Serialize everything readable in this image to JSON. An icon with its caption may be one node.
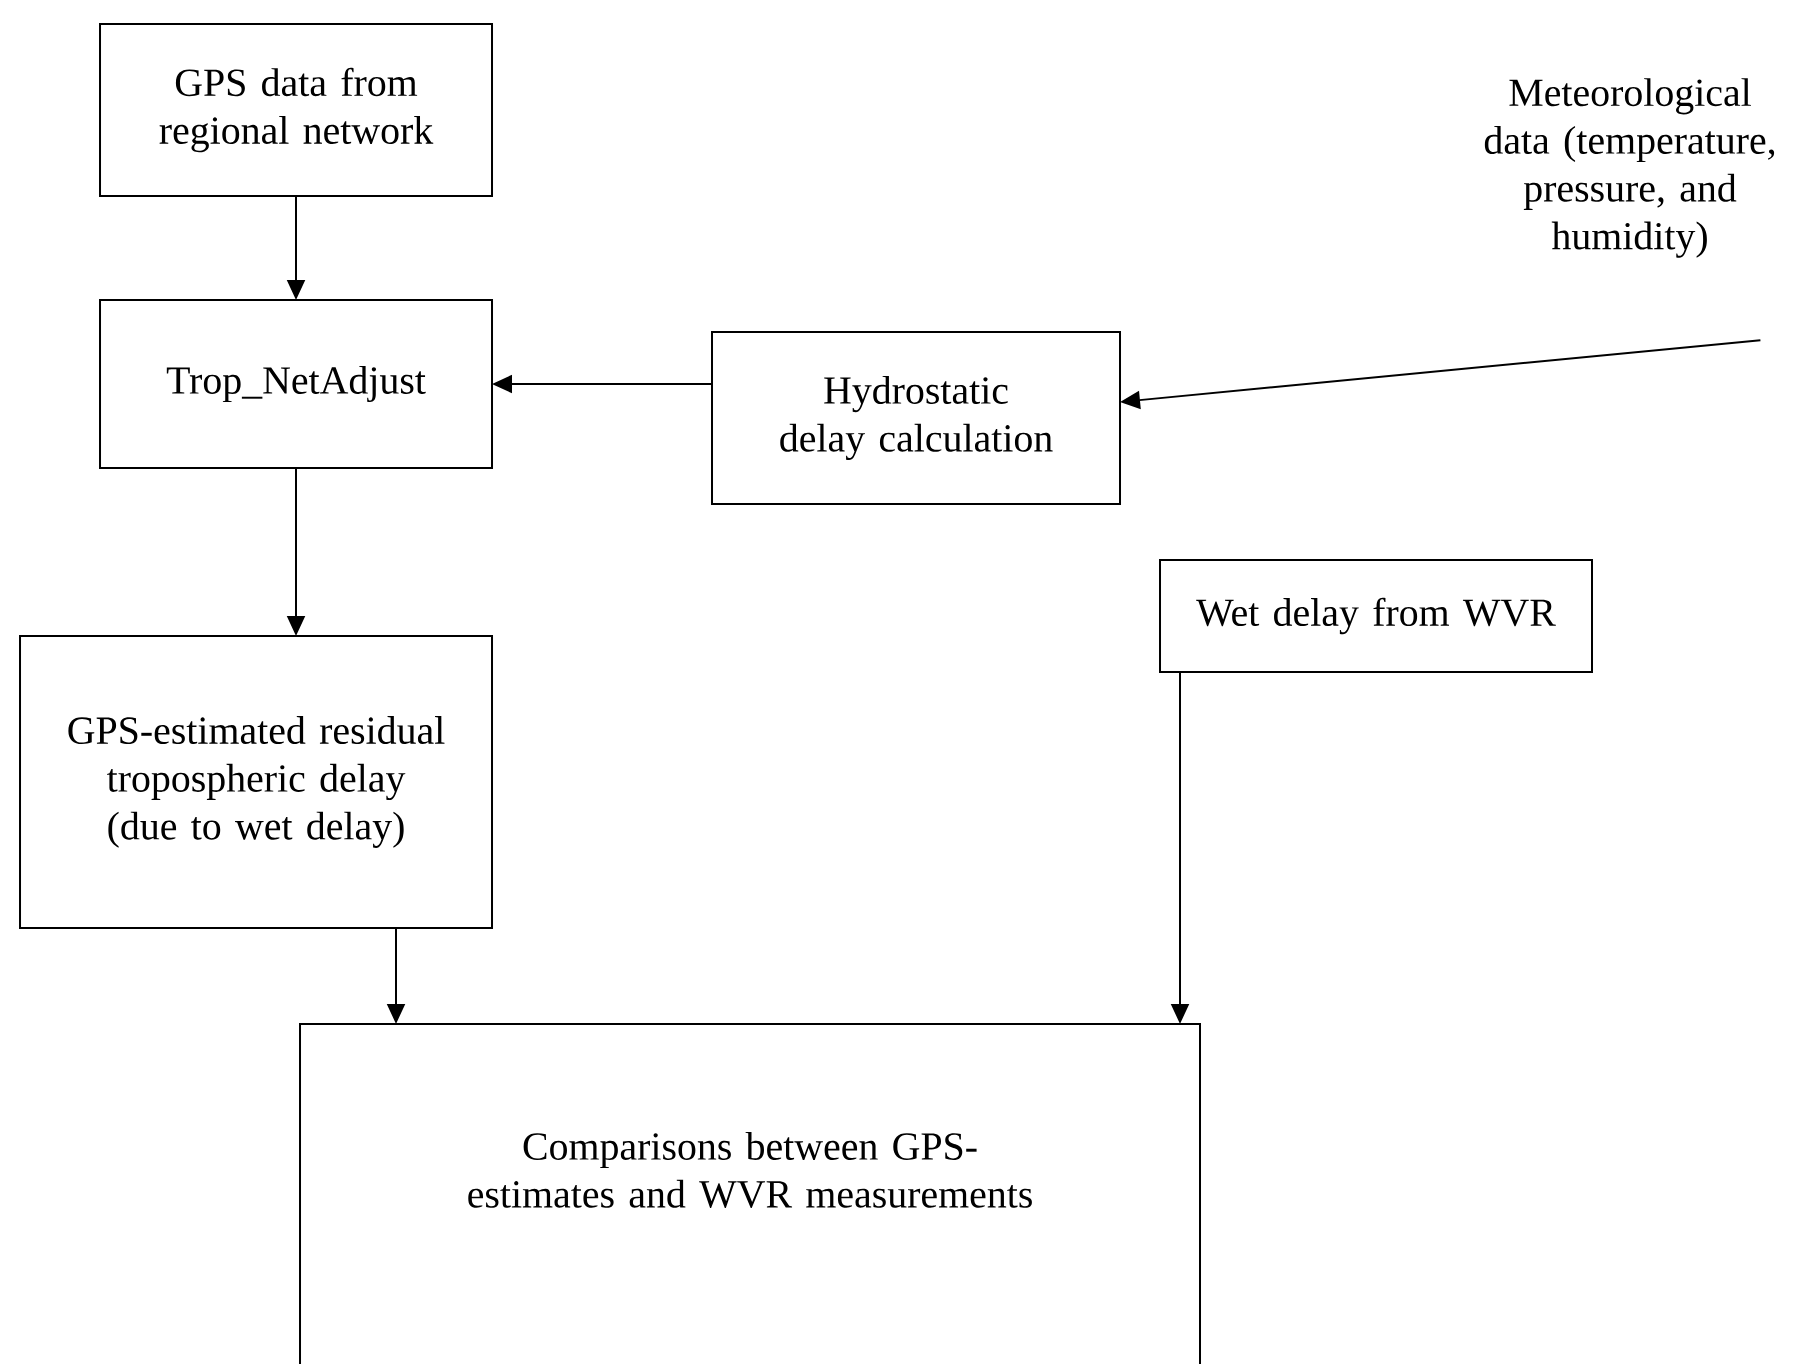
{
  "diagram": {
    "nodes": [
      {
        "text": [
          "GPS data from regional network"
        ]
      },
      {
        "text": [
          "Trop_NetAdjust"
        ]
      },
      {
        "text": [
          "Hydrostatic delay calculation"
        ]
      },
      {
        "text": [
          "Meteorological data (temperature, pressure, and humidity)"
        ]
      },
      {
        "text": [
          "GPS-estimated residual tropospheric delay (due to wet delay)"
        ]
      },
      {
        "text": [
          "Wet delay from WVR"
        ]
      },
      {
        "text": [
          "Comparisons between GPS-estimates and WVR measurements"
        ]
      }
    ],
    "edges": [
      {
        "from": 0,
        "to": 1,
        "arrow": "to"
      },
      {
        "from": 2,
        "to": 1,
        "arrow": "to"
      },
      {
        "from": 3,
        "to": 2,
        "arrow": "to"
      },
      {
        "from": 1,
        "to": 4,
        "arrow": "to"
      },
      {
        "from": 4,
        "to": 6,
        "arrow": "to"
      },
      {
        "from": 5,
        "to": 6,
        "arrow": "to"
      }
    ]
  }
}
